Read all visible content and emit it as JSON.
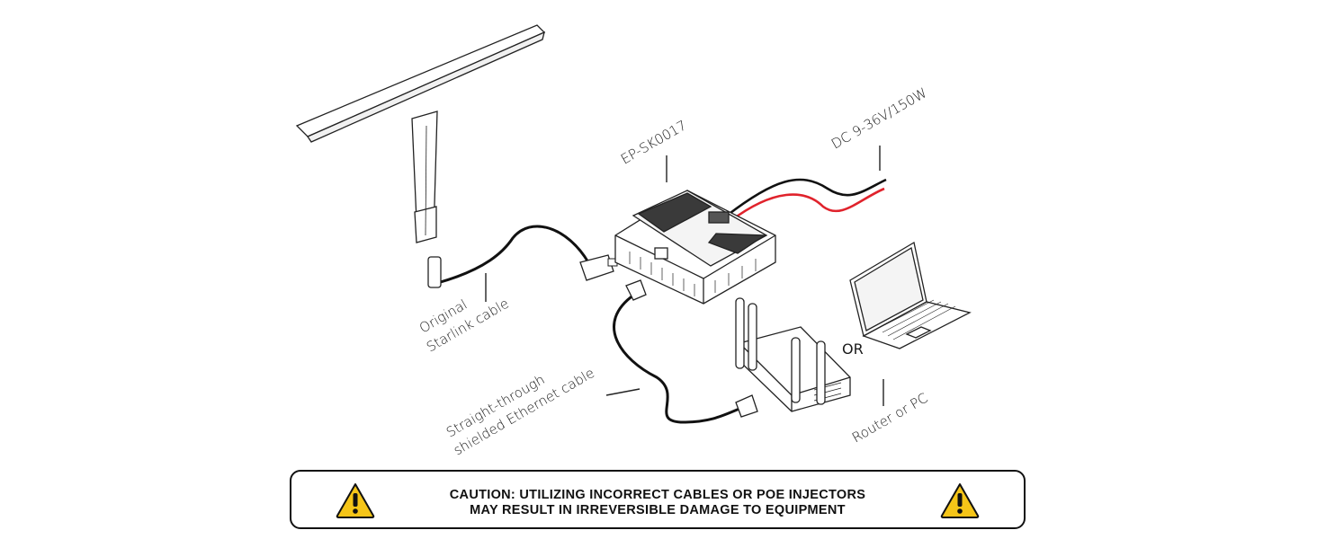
{
  "labels": {
    "device_model": "EP-SK0017",
    "power": "DC 9-36V/150W",
    "starlink_cable_line1": "Original",
    "starlink_cable_line2": "Starlink cable",
    "ethernet_line1": "Straight-through",
    "ethernet_line2": "shielded Ethernet cable",
    "or": "OR",
    "router_pc": "Router or PC"
  },
  "caution": {
    "line1": "CAUTION: UTILIZING INCORRECT CABLES OR POE INJECTORS",
    "line2": "MAY RESULT IN IRREVERSIBLE DAMAGE TO EQUIPMENT"
  },
  "icons": {
    "warning": "warning-triangle-icon"
  },
  "colors": {
    "warning_fill": "#F5C518",
    "power_red": "#E0232C",
    "power_black": "#111111"
  }
}
